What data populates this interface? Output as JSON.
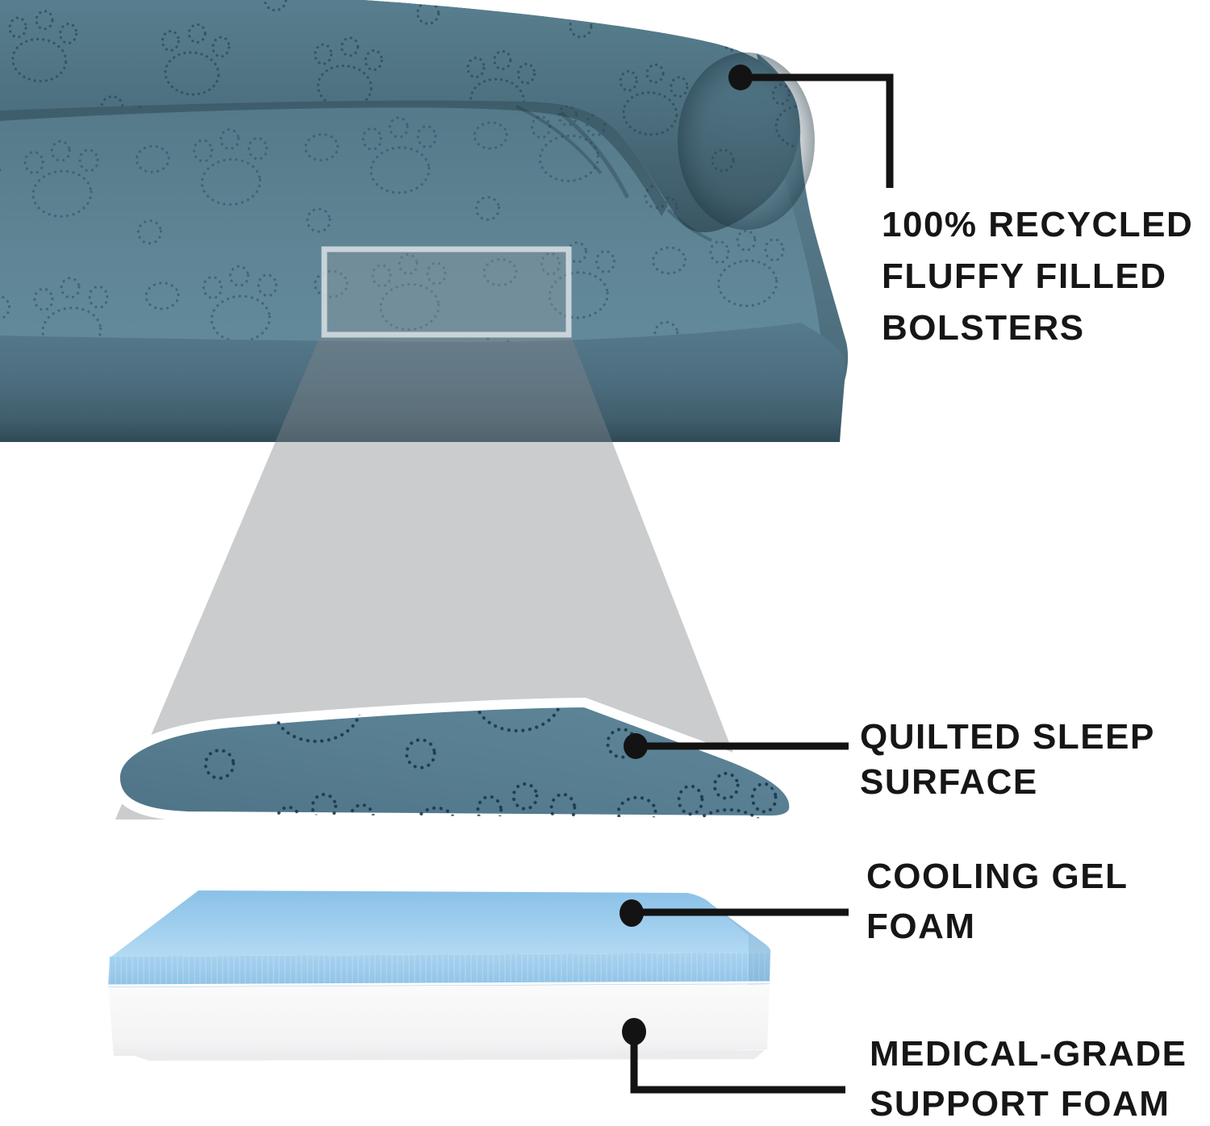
{
  "figure": {
    "type": "product-feature-diagram",
    "subject": "quilted bolster pet bed with cooling gel foam layers"
  },
  "callouts": {
    "bolster": {
      "lines": [
        "100% RECYCLED",
        "FLUFFY FILLED",
        "BOLSTERS"
      ]
    },
    "quilted": {
      "lines": [
        "QUILTED SLEEP",
        "SURFACE"
      ]
    },
    "cooling": {
      "lines": [
        "COOLING GEL",
        "FOAM"
      ]
    },
    "support": {
      "lines": [
        "MEDICAL-GRADE",
        "SUPPORT FOAM"
      ]
    }
  },
  "palette": {
    "background": "#ffffff",
    "bed_fabric_blue": "#5e8495",
    "bolster_shadow_blue": "#42606e",
    "base_shadow_blue": "#2f4a57",
    "swatch_blue": "#587e92",
    "beam_gray": "#c9cacc",
    "gel_foam_blue": "#9ecbe9",
    "support_foam_white": "#f7f7f8",
    "callout_black": "#131313",
    "text_black": "#161616"
  }
}
